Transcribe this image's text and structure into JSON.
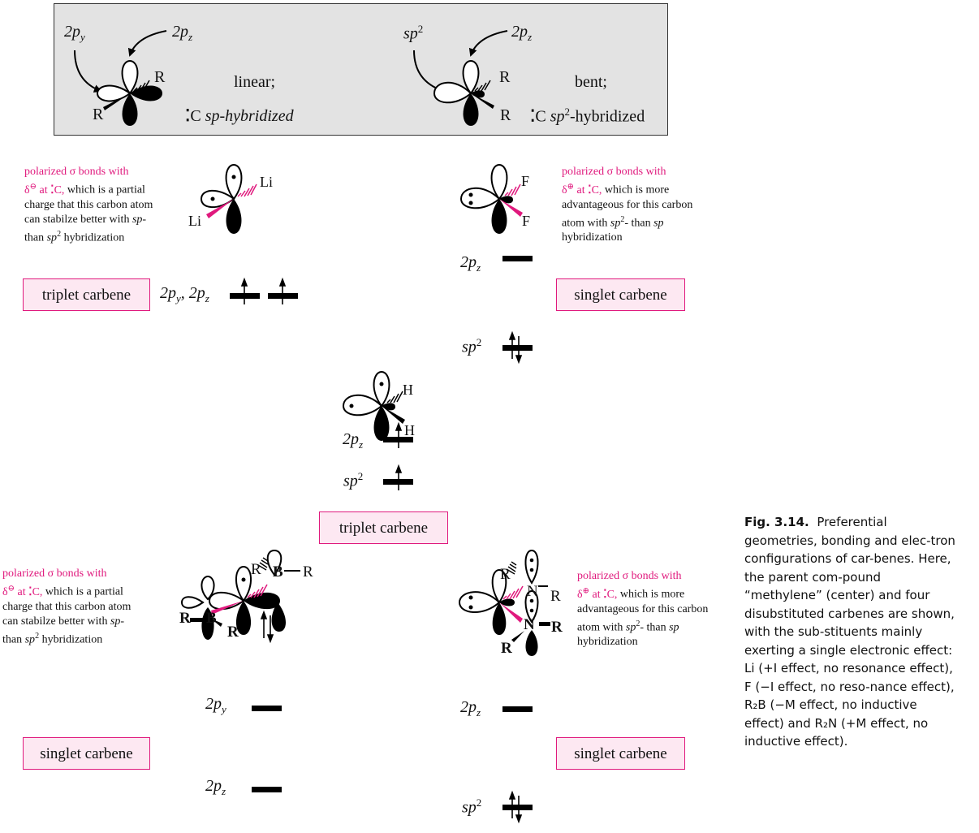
{
  "top_box": {
    "left": {
      "label_p1": "2p",
      "label_p1_sub": "y",
      "label_p2": "2p",
      "label_p2_sub": "z",
      "sub_R": "R",
      "geometry": "linear;",
      "hybrid_c": "C",
      "hybrid_text": "sp-hybridized"
    },
    "right": {
      "label_p1": "sp",
      "label_p1_sup": "2",
      "label_p2": "2p",
      "label_p2_sub": "z",
      "sub_R": "R",
      "geometry": "bent;",
      "hybrid_c": "C",
      "hybrid_sp": "sp",
      "hybrid_sup": "2",
      "hybrid_text": "-hybridized"
    }
  },
  "li_carbene": {
    "note_pink": "polarized σ bonds with",
    "note_delta": "δ",
    "note_charge": "⊖",
    "note_at": "at",
    "note_c": "C,",
    "note_rest1": "which is a partial",
    "note_rest2": "charge that this carbon atom",
    "note_rest3": "can stabilze better with",
    "note_sp": "sp",
    "note_dash": "-",
    "note_than": "than",
    "note_sp2": "sp",
    "note_sup": "2",
    "note_tail": "hybridization",
    "sub": "Li",
    "state": "triplet carbene",
    "levels_label": "2p",
    "levels_y": "y",
    "levels_sep": ", 2p",
    "levels_z": "z"
  },
  "f_carbene": {
    "note_pink": "polarized σ bonds with",
    "note_delta": "δ",
    "note_charge": "⊕",
    "note_at": "at",
    "note_c": "C,",
    "note_rest1": "which is more",
    "note_rest2": "advantageous for this carbon",
    "note_rest3a": "atom with",
    "note_sp2": "sp",
    "note_sup": "2",
    "note_rest3b": "- than",
    "note_sp": "sp",
    "note_tail": "hybridization",
    "sub": "F",
    "state": "singlet carbene",
    "level_upper": "2p",
    "level_upper_sub": "z",
    "level_lower": "sp",
    "level_lower_sup": "2"
  },
  "methylene": {
    "sub": "H",
    "level_upper": "2p",
    "level_upper_sub": "z",
    "level_lower": "sp",
    "level_lower_sup": "2",
    "state": "triplet carbene"
  },
  "boryl_carbene": {
    "note_pink": "polarized σ bonds with",
    "note_delta": "δ",
    "note_charge": "⊖",
    "note_at": "at",
    "note_c": "C,",
    "note_rest1": "which is a partial",
    "note_rest2": "charge that this carbon atom",
    "note_rest3": "can stabilze better with",
    "note_sp": "sp",
    "note_dash": "-",
    "note_than": "than",
    "note_sp2": "sp",
    "note_sup": "2",
    "note_tail": "hybridization",
    "atom_B": "B",
    "atom_R": "R",
    "level_upper": "2p",
    "level_upper_sub": "y",
    "level_lower": "2p",
    "level_lower_sub": "z",
    "state": "singlet carbene"
  },
  "amino_carbene": {
    "note_pink": "polarized σ bonds with",
    "note_delta": "δ",
    "note_charge": "⊕",
    "note_at": "at",
    "note_c": "C,",
    "note_rest1": "which is more",
    "note_rest2": "advantageous for this carbon",
    "note_rest3a": "atom with",
    "note_sp2": "sp",
    "note_sup": "2",
    "note_rest3b": "- than",
    "note_sp": "sp",
    "note_tail": "hybridization",
    "atom_N": "N",
    "atom_R": "R",
    "level_upper": "2p",
    "level_upper_sub": "z",
    "level_lower": "sp",
    "level_lower_sup": "2",
    "state": "singlet carbene"
  },
  "caption": {
    "label": "Fig. 3.14.",
    "text": "Preferential geometries, bonding and elec-tron configurations of car-benes. Here, the parent com-pound “methylene” (center) and four disubstituted carbenes are shown, with the sub-stituents mainly exerting a single electronic effect: Li (+I effect, no resonance effect), F (−I effect, no reso-nance effect), R₂B (−M effect, no inductive effect) and R₂N (+M effect, no inductive effect)."
  },
  "colors": {
    "accent_pink": "#e0197d",
    "state_box_fill": "#fde8f2",
    "top_box_fill": "#e3e3e3"
  }
}
